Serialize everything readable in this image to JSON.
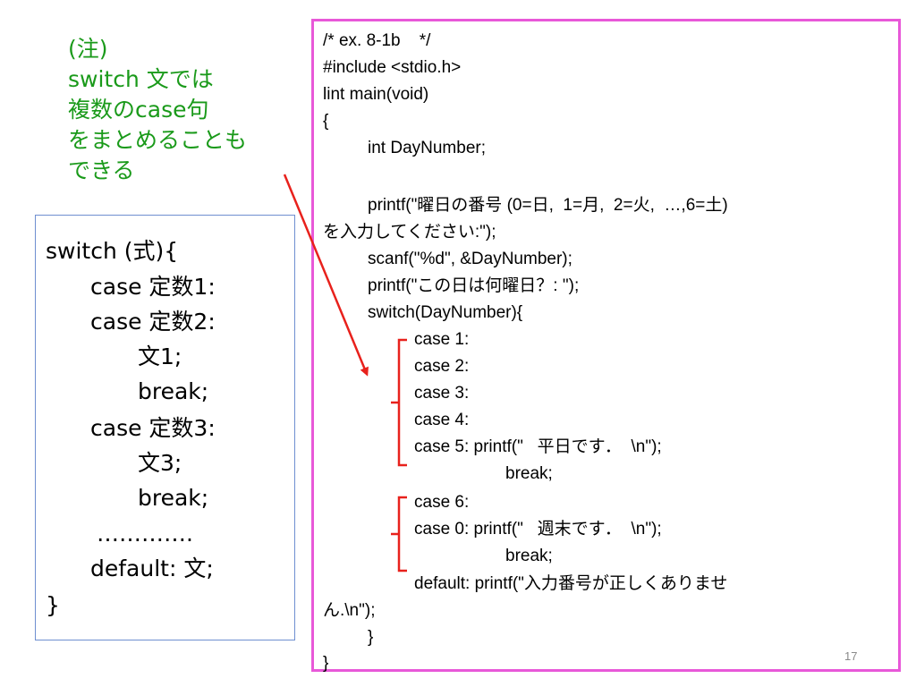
{
  "note": {
    "lines": [
      "(注)",
      "switch 文では",
      "複数のcase句",
      "をまとめることも",
      "できる"
    ]
  },
  "syntax": {
    "lines": [
      "switch (式){",
      "case  定数1:",
      "case  定数2:",
      "文1;",
      "break;",
      "case  定数3:",
      "文3;",
      "break;",
      "………….",
      "default: 文;",
      "}"
    ]
  },
  "code": {
    "lines": [
      "/* ex. 8-1b    */",
      "#include <stdio.h>",
      "lint main(void)",
      "{",
      "int DayNumber;",
      "printf(\"曜日の番号 (0=日,  1=月,  2=火,  …,6=土)",
      "を入力してください:\");",
      "scanf(\"%d\", &DayNumber);",
      "printf(\"この日は何曜日？: \");",
      "switch(DayNumber){",
      "case 1:",
      "case 2:",
      "case 3:",
      "case 4:",
      "case 5: printf(\"   平日です．  \\n\");",
      "break;",
      "case 6:",
      "case 0: printf(\"   週末です．  \\n\");",
      "break;",
      "default: printf(\"入力番号が正しくありませ",
      "ん.\\n\");",
      "}",
      "}"
    ]
  },
  "page_number": "17",
  "colors": {
    "note_text": "#1a9a1a",
    "syntax_border": "#6f8fd0",
    "code_border": "#e858d8",
    "annotation_red": "#e8211c"
  }
}
